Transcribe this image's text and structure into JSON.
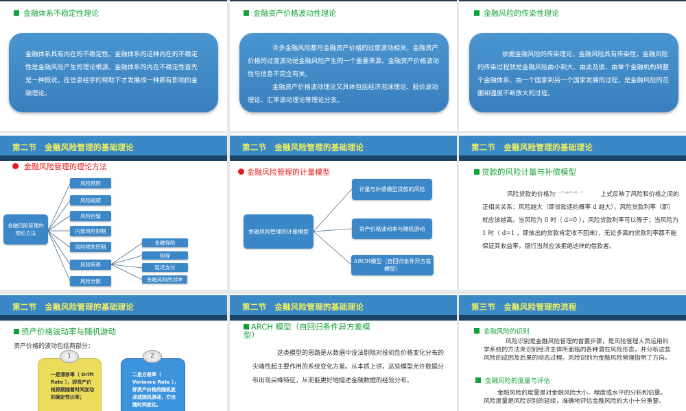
{
  "slides": [
    {
      "title": "金融体系不稳定性理论",
      "body": "金融体系具有内在的不稳定性。金融体系的这种内在的不稳定性是金融风险产生的理论根源。金融体系的内在不稳定性首先是一种假说，在信息经学的帮助下才发展成一种颇有影响的金融理论。"
    },
    {
      "title": "金融资产价格波动性理论",
      "body_p1": "许多金融风险都与金融资产价格的过度波动相关，金融资产价格的过度波动是金融风险产生的一个重要来源。金融资产价格波动性与信息不完全有关。",
      "body_p2": "金融资产价格波动理论又具体包括经济泡沫理论、股价波动理论、汇率波动理论等理论分支。"
    },
    {
      "title": "金融风险的传染性理论",
      "body": "依据金融风险的传染理论，金融风险具有传染性，金融风险的传染过程就是金融风险由小到大、由此及彼、由单个金融机构到整个金融体系、由一个国家到另一个国家发展的过程，是金融风险的范围和强度不断放大的过程。"
    },
    {
      "header": "第二节　金融风险管理的基础理论",
      "title": "金融风险管理的理论方法",
      "root": "金融风险管理的理论方法",
      "children": [
        "风险预防",
        "风险规避",
        "风险自留",
        "内部风险抑制",
        "风险损失控制",
        "风险转移",
        "风险分散"
      ],
      "sub_children": [
        "金融保险",
        "担保",
        "延迟支付",
        "金融风险的对冲"
      ]
    },
    {
      "header": "第二节　金融风险管理的基础理论",
      "title": "金融风险管理的计量模型",
      "root": "金融风险管理的计量模型",
      "children": [
        "计量与补偿模型贷款的风险",
        "资产价格波动率与随机游动",
        "ARCH模型（自回归条件异方差模型）"
      ]
    },
    {
      "header": "第二节　金融风险管理的基础理论",
      "title": "贷款的风险计量与补偿模型",
      "formula": "r = (1+y)/(1−d) − 1",
      "body_lead": "风险贷款的价格为",
      "body_rest": "上式反映了风险和价格之间的正相关关系：风险越大（即贷款违约概率 d 越大），风险贷款利率（即）就应该越高。当风险为 0 时（ d=0 ），风险贷款利率可以等于；当风险为 1 时（ d=1 ，即放出的贷款肯定收不回来），无论多高的贷款利率都不能保证其收益率，银行当然应该拒绝这样的借款者。"
    },
    {
      "header": "第二节　金融风险管理的基础理论",
      "title": "资产价格波动率与随机游动",
      "intro": "资产价格的波动包括两部分：",
      "cards": [
        {
          "num": "1",
          "text": "一是漂移率（ Drift Rate ），即资产价格预期随着时间变动的确定性比率；",
          "color": "#ecdc5c"
        },
        {
          "num": "2",
          "text": "二是方差率（ Variance Rate ），即资产价格的随机变动或随机游动，它也随时间变化。",
          "color": "#3d93dc"
        }
      ]
    },
    {
      "header": "第二节　金融风险管理的基础理论",
      "title": "ARCH 模型（自回归条件异方差模型）",
      "body": "这类模型的思路是从数据中设法剔除对投机性价格变化分布的尖峰性起主要作用的系统变化方差。从本质上讲，这些模型允许数据分布出现尖峰特征，从而能更好地描述金融数据的经验分布。"
    },
    {
      "header": "第三节　金融风险管理的流程",
      "sections": [
        {
          "title": "金融风险的识别",
          "body": "风险识别是金融风险管理的首要步骤，是风险管理人员运用科学系统的方法来识别经济主体所面临的各种潜在风险形态，并分析这些风险的成因及后果的动态过程。风险识别为金融风险管理指明了方向。"
        },
        {
          "title": "金融风险的度量与评估",
          "body": "金融风险的度量是对金融风险大小、程度或水平的分析和估量。风险度量是风险识别的延续，准确地评估金融风险的大小十分重要。"
        }
      ]
    }
  ],
  "colors": {
    "header_bg": "#3b88c6",
    "header_text": "#f2f060",
    "accent_green": "#18a23a",
    "bullet_red": "#e31b1b"
  }
}
